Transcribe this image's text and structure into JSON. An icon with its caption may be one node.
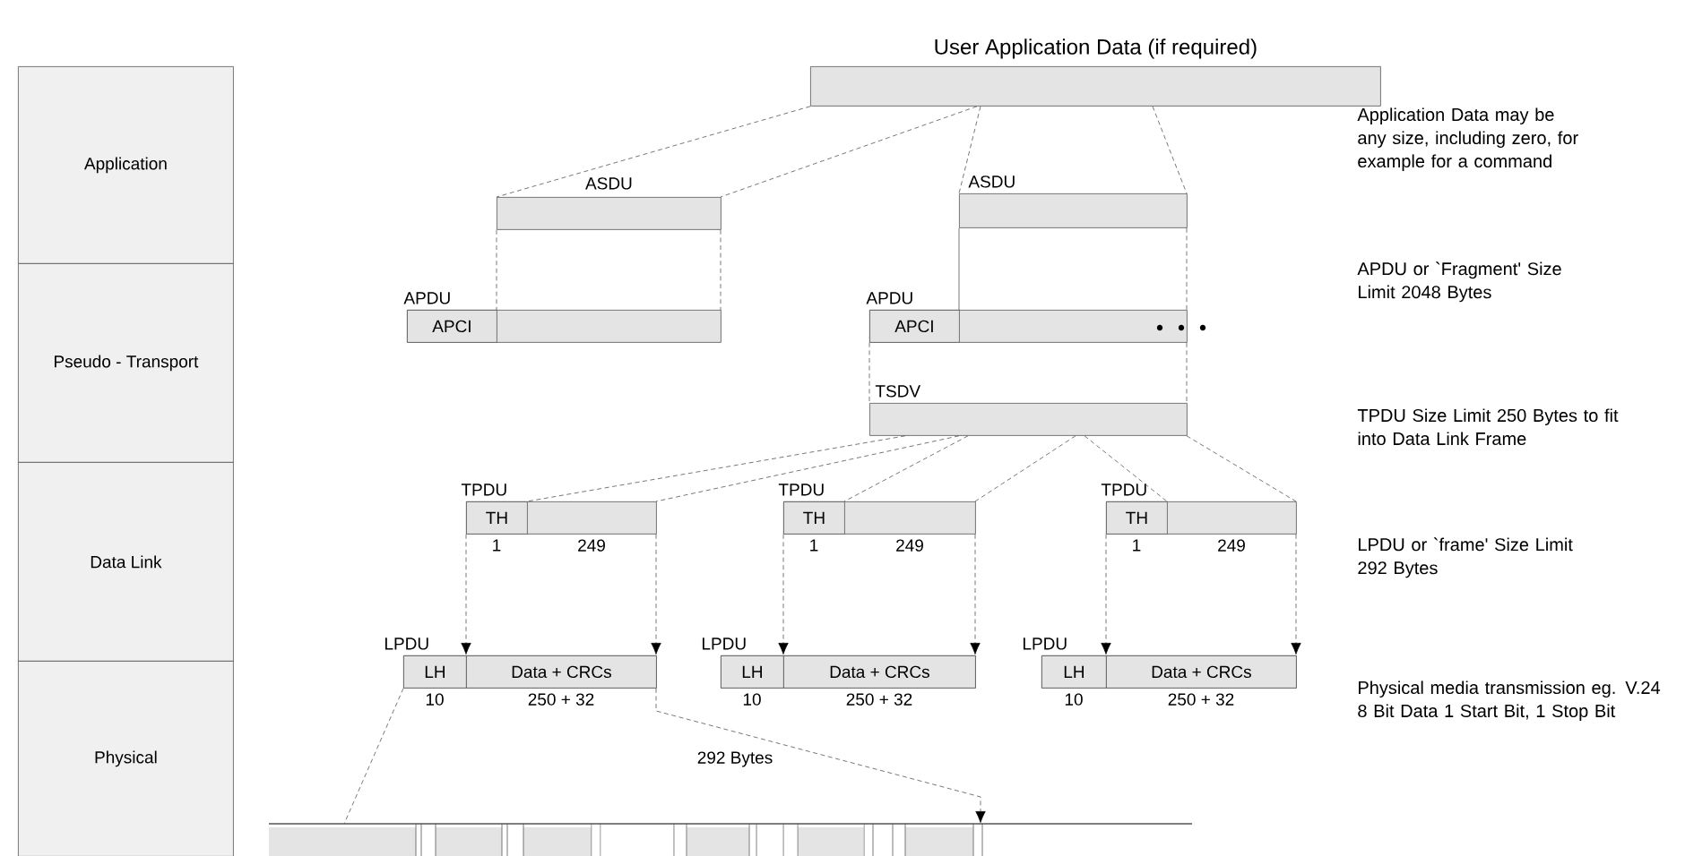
{
  "diagram": {
    "nodes": [
      {
        "text": [
          "Application"
        ]
      },
      {
        "text": [
          "Pseudo - Transport"
        ]
      },
      {
        "text": [
          "Data Link"
        ]
      },
      {
        "text": [
          "Physical"
        ]
      },
      {
        "text": [
          "User Application Data (if required)"
        ]
      },
      {
        "text": [
          "ASDU"
        ]
      },
      {
        "text": [
          "ASDU"
        ]
      },
      {
        "text": [
          "APDU"
        ]
      },
      {
        "text": [
          "APCI"
        ],
        "in": 7
      },
      {
        "text": [
          "APDU"
        ]
      },
      {
        "text": [
          "APCI"
        ],
        "in": 9
      },
      {
        "text": [
          "TSDV"
        ]
      },
      {
        "text": [
          "TPDU"
        ],
        "beside": [
          "1",
          "249"
        ]
      },
      {
        "text": [
          "TH"
        ],
        "in": 12
      },
      {
        "text": [
          "TPDU"
        ],
        "beside": [
          "1",
          "249"
        ]
      },
      {
        "text": [
          "TH"
        ],
        "in": 14
      },
      {
        "text": [
          "TPDU"
        ],
        "beside": [
          "1",
          "249"
        ]
      },
      {
        "text": [
          "TH"
        ],
        "in": 16
      },
      {
        "text": [
          "LPDU"
        ],
        "beside": [
          "10",
          "250 + 32"
        ]
      },
      {
        "text": [
          "LH"
        ],
        "in": 18
      },
      {
        "text": [
          "Data + CRCs"
        ],
        "in": 18
      },
      {
        "text": [
          "LPDU"
        ],
        "beside": [
          "10",
          "250 + 32"
        ]
      },
      {
        "text": [
          "LH"
        ],
        "in": 21
      },
      {
        "text": [
          "Data + CRCs"
        ],
        "in": 21
      },
      {
        "text": [
          "LPDU"
        ],
        "beside": [
          "10",
          "250 + 32"
        ]
      },
      {
        "text": [
          "LH"
        ],
        "in": 24
      },
      {
        "text": [
          "Data + CRCs"
        ],
        "in": 24
      },
      {
        "text": [],
        "shape": "bar"
      }
    ],
    "edges": [
      {
        "from": 4,
        "to": 5,
        "arrow": "none",
        "style": "dashed"
      },
      {
        "from": 4,
        "to": 5,
        "arrow": "none",
        "style": "dashed"
      },
      {
        "from": 4,
        "to": 6,
        "arrow": "none",
        "style": "dashed"
      },
      {
        "from": 4,
        "to": 6,
        "arrow": "none",
        "style": "dashed"
      },
      {
        "from": 5,
        "to": 7,
        "arrow": "none",
        "style": "dashed"
      },
      {
        "from": 5,
        "to": 7,
        "arrow": "none",
        "style": "dashed"
      },
      {
        "from": 6,
        "to": 9,
        "arrow": "none"
      },
      {
        "from": 6,
        "to": 9,
        "arrow": "none",
        "style": "dashed"
      },
      {
        "from": 9,
        "to": 11,
        "arrow": "none",
        "style": "dashed"
      },
      {
        "from": 9,
        "to": 11,
        "arrow": "none",
        "style": "dashed"
      },
      {
        "from": 11,
        "to": 12,
        "arrow": "none",
        "style": "dashed"
      },
      {
        "from": 11,
        "to": 12,
        "arrow": "none",
        "style": "dashed"
      },
      {
        "from": 11,
        "to": 14,
        "arrow": "none",
        "style": "dashed"
      },
      {
        "from": 11,
        "to": 14,
        "arrow": "none",
        "style": "dashed"
      },
      {
        "from": 11,
        "to": 16,
        "arrow": "none",
        "style": "dashed"
      },
      {
        "from": 11,
        "to": 16,
        "arrow": "none",
        "style": "dashed"
      },
      {
        "from": 12,
        "to": 18,
        "arrow": "to",
        "style": "dashed"
      },
      {
        "from": 12,
        "to": 18,
        "arrow": "to",
        "style": "dashed"
      },
      {
        "from": 14,
        "to": 21,
        "arrow": "to",
        "style": "dashed"
      },
      {
        "from": 14,
        "to": 21,
        "arrow": "to",
        "style": "dashed"
      },
      {
        "from": 16,
        "to": 24,
        "arrow": "to",
        "style": "dashed"
      },
      {
        "from": 16,
        "to": 24,
        "arrow": "to",
        "style": "dashed"
      },
      {
        "from": 18,
        "to": 27,
        "arrow": "none",
        "style": "dashed"
      },
      {
        "from": 18,
        "to": 27,
        "arrow": "to",
        "style": "dashed",
        "label": "292 Bytes"
      }
    ],
    "labels": [
      "Application Data may be any size, including zero, for example for a command",
      "APDU or `Fragment' Size Limit 2048 Bytes",
      "TPDU Size Limit 250 Bytes to fit into Data Link Frame",
      "LPDU or `frame' Size Limit 292 Bytes",
      "Physical media transmission eg. V.24 8 Bit Data 1 Start Bit, 1 Stop Bit"
    ]
  }
}
